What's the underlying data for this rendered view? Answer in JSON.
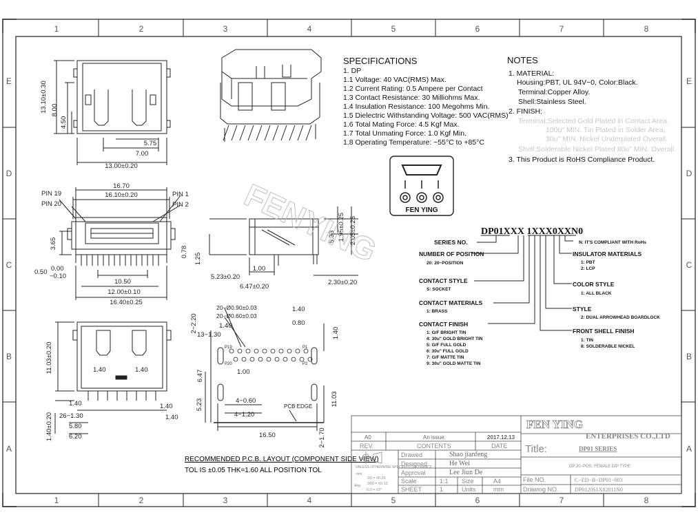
{
  "frame": {
    "columns": [
      "1",
      "2",
      "3",
      "4",
      "5",
      "6",
      "7",
      "8"
    ],
    "rows": [
      "E",
      "D",
      "C",
      "B",
      "A"
    ]
  },
  "specifications": {
    "title": "SPECIFICATIONS",
    "group": "1. DP",
    "items": [
      "1.1 Voltage: 40 VAC(RMS) Max.",
      "1.2 Current Rating: 0.5 Ampere per Contact",
      "1.3 Contact Resistance: 30 Milliohms Max.",
      "1.4 Insulation Resistance: 100 Megohms Min.",
      "1.5 Dielectric Withstanding Voltage: 500 VAC(RMS)",
      "1.6 Total Mating Force: 4.5 Kgf Max.",
      "1.7 Total Unmating Force: 1.0 Kgf Min.",
      "1.8 Operating Temperature: −55°C to +85°C"
    ]
  },
  "notes": {
    "title": "NOTES",
    "material_heading": "1. MATERIAL:",
    "material_lines": [
      "Housing:PBT, UL 94V−0, Color:Black.",
      "Terminal:Copper Alloy.",
      "Shell:Stainless Steel."
    ],
    "finish_heading": "2. FINISH:",
    "finish_lines": [
      "Terminal:Selected Gold Plated in Contact Area,",
      "100u\" MIN. Tin Plated in Solder Area,",
      "30u\" MIN. Nickel Underplated Overall.",
      "Shell:Solderable Nickel Plated 80u\" MIN. Overall."
    ],
    "rohs": "3. This Product is RoHS Compliance Product."
  },
  "logo": {
    "text": "FEN YING",
    "watermark": "FENYING"
  },
  "part_number": {
    "code": "DP01XXX 1XXX0XXN0",
    "left_fields": [
      {
        "label": "SERIES NO.",
        "options": []
      },
      {
        "label": "NUMBER OF POSITION",
        "options": [
          "20: 20−POSITION"
        ]
      },
      {
        "label": "CONTACT STYLE",
        "options": [
          "S: SOCKET"
        ]
      },
      {
        "label": "CONTACT MATERIALS",
        "options": [
          "1: BRASS"
        ]
      },
      {
        "label": "CONTACT FINISH",
        "options": [
          "1: G/F BRIGHT TIN",
          "4: 30u\" GOLD BRIGHT TIN",
          "5: G/F FULL GOLD",
          "6: 30u\" FULL GOLD",
          "7: G/F MATTE TIN",
          "9: 30u\" GOLD MATTE TIN"
        ]
      }
    ],
    "right_fields": [
      {
        "label": "N: IT'S COMPLIANT WITH RoHs",
        "options": []
      },
      {
        "label": "INSULATOR MATERIALS",
        "options": [
          "1: PBT",
          "2: LCP"
        ]
      },
      {
        "label": "COLOR STYLE",
        "options": [
          "1: ALL BLACK"
        ]
      },
      {
        "label": "STYLE",
        "options": [
          "2: DUAL ARROWHEAD BOARDLOCK"
        ]
      },
      {
        "label": "FRONT SHELL FINISH",
        "options": [
          "1: TIN",
          "8: SOLDERABLE NICKEL"
        ]
      }
    ]
  },
  "pcb_layout": {
    "title": "RECOMMENDED P.C.B. LAYOUT (COMPONENT SIDE VIEW)",
    "tolerance": "TOL IS ±0.05   THK=1.60   ALL POSITION TOL",
    "edge_label": "PCB EDGE"
  },
  "dimensions": {
    "top_view": [
      "13.10±0.30",
      "8.00",
      "4.50",
      "5.75",
      "7.00",
      "13.00±0.20"
    ],
    "front_view": [
      "PIN 19",
      "PIN 20",
      "PIN 1",
      "PIN 2",
      "16.10±0.20",
      "16.70",
      "3.65",
      "0.50",
      "0.00",
      "−0.10",
      "10.50",
      "12.00±0.10",
      "16.40±0.25"
    ],
    "side_view": [
      "1.95±0.25",
      "2.05±0.25",
      "5.33",
      "0.78",
      "1.25",
      "1.00",
      "5.23±0.20",
      "6.47±0.20",
      "2.30±0.20"
    ],
    "bottom_view": [
      "11.03±0.20",
      "1.40",
      "1.40",
      "1.40",
      "1.40",
      "26−1.30",
      "5.80",
      "6.20",
      "1.40±0.20",
      "1.40"
    ],
    "pcb": [
      "20−Ø0.90±0.03",
      "20−Ø0.60±0.03",
      "1.40",
      "0.80",
      "2−2.20",
      "13−1.30",
      "1.40",
      "1.40",
      "P1",
      "P2",
      "P19",
      "P20",
      "1.00",
      "6.47",
      "5.23",
      "4−0.60",
      "4−1.20",
      "11.03",
      "16.50",
      "2−1.70"
    ]
  },
  "title_block": {
    "company": "FEN YING",
    "enterprises": "ENTERPRISES CO.,LTD",
    "revision": {
      "rev": "A0",
      "description": "An issue.",
      "date": "2017.12.13"
    },
    "rev_header": {
      "rev": "REV.",
      "contents": "CONTENTS",
      "date": "DATE"
    },
    "tolerance_header": "UNLESS OTHERWISE SPECIFIED TOLERANCE",
    "tolerance_unit": "mm",
    "tolerance_lines": [
      ".00  = ±0.25",
      ".000 = ±0.13",
      "0.0  = ±2°"
    ],
    "tolerance_ang": "Ang",
    "drawed_label": "Drawed",
    "drawed": "Shao jianfeng",
    "designed_label": "Designed",
    "designed": "He Wei",
    "approval_label": "Approval",
    "approval": "Lee Jiun De",
    "scale_label": "Scale",
    "scale": "1:1",
    "size_label": "Size",
    "size": "A4",
    "sheet_label": "SHEET",
    "sheet": "1",
    "units_label": "Units",
    "units": "mm",
    "title_label": "Title:",
    "title": "DP01 SERIES",
    "subtitle": "DP 20−POS. FEMALE DIP TYPE",
    "file_label": "File NO.",
    "file_no": "C−ED−B−DP01−003",
    "drawing_label": "Drawing NO.",
    "drawing_no": "DP0120S1X82011N0"
  }
}
